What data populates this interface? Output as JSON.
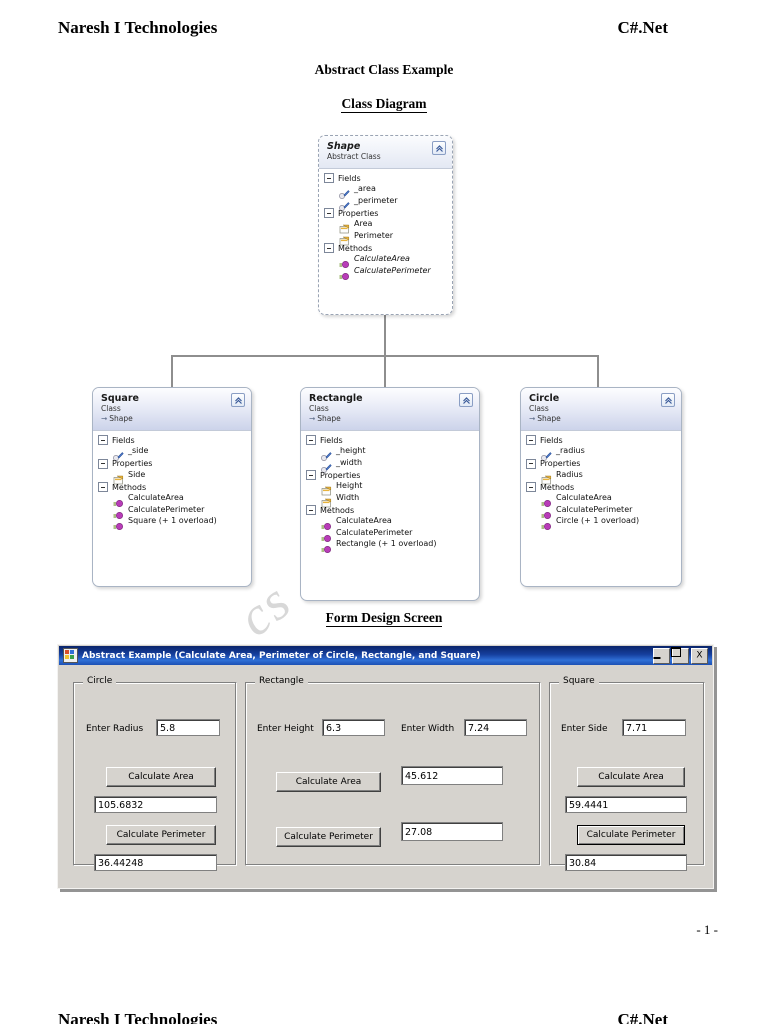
{
  "document": {
    "brand": "Naresh I Technologies",
    "language": "C#.Net",
    "title_abstract": "Abstract Class Example",
    "title_class_diagram": "Class Diagram",
    "title_form_design": "Form Design Screen",
    "page_number": "- 1 -",
    "watermark": "cs"
  },
  "class_diagram": {
    "classes": [
      {
        "name": "Shape",
        "kind": "Abstract Class",
        "base": null,
        "sections": [
          {
            "label": "Fields",
            "members": [
              {
                "label": "_area",
                "icon": "field-icon",
                "abstract": false
              },
              {
                "label": "_perimeter",
                "icon": "field-icon",
                "abstract": false
              }
            ]
          },
          {
            "label": "Properties",
            "members": [
              {
                "label": "Area",
                "icon": "property-icon",
                "abstract": false
              },
              {
                "label": "Perimeter",
                "icon": "property-icon",
                "abstract": false
              }
            ]
          },
          {
            "label": "Methods",
            "members": [
              {
                "label": "CalculateArea",
                "icon": "method-icon",
                "abstract": true
              },
              {
                "label": "CalculatePerimeter",
                "icon": "method-icon",
                "abstract": true
              }
            ]
          }
        ]
      },
      {
        "name": "Square",
        "kind": "Class",
        "base": "Shape",
        "sections": [
          {
            "label": "Fields",
            "members": [
              {
                "label": "_side",
                "icon": "field-icon",
                "abstract": false
              }
            ]
          },
          {
            "label": "Properties",
            "members": [
              {
                "label": "Side",
                "icon": "property-icon",
                "abstract": false
              }
            ]
          },
          {
            "label": "Methods",
            "members": [
              {
                "label": "CalculateArea",
                "icon": "method-icon",
                "abstract": false
              },
              {
                "label": "CalculatePerimeter",
                "icon": "method-icon",
                "abstract": false
              },
              {
                "label": "Square (+ 1 overload)",
                "icon": "method-icon",
                "abstract": false
              }
            ]
          }
        ]
      },
      {
        "name": "Rectangle",
        "kind": "Class",
        "base": "Shape",
        "sections": [
          {
            "label": "Fields",
            "members": [
              {
                "label": "_height",
                "icon": "field-icon",
                "abstract": false
              },
              {
                "label": "_width",
                "icon": "field-icon",
                "abstract": false
              }
            ]
          },
          {
            "label": "Properties",
            "members": [
              {
                "label": "Height",
                "icon": "property-icon",
                "abstract": false
              },
              {
                "label": "Width",
                "icon": "property-icon",
                "abstract": false
              }
            ]
          },
          {
            "label": "Methods",
            "members": [
              {
                "label": "CalculateArea",
                "icon": "method-icon",
                "abstract": false
              },
              {
                "label": "CalculatePerimeter",
                "icon": "method-icon",
                "abstract": false
              },
              {
                "label": "Rectangle (+ 1 overload)",
                "icon": "method-icon",
                "abstract": false
              }
            ]
          }
        ]
      },
      {
        "name": "Circle",
        "kind": "Class",
        "base": "Shape",
        "sections": [
          {
            "label": "Fields",
            "members": [
              {
                "label": "_radius",
                "icon": "field-icon",
                "abstract": false
              }
            ]
          },
          {
            "label": "Properties",
            "members": [
              {
                "label": "Radius",
                "icon": "property-icon",
                "abstract": false
              }
            ]
          },
          {
            "label": "Methods",
            "members": [
              {
                "label": "CalculateArea",
                "icon": "method-icon",
                "abstract": false
              },
              {
                "label": "CalculatePerimeter",
                "icon": "method-icon",
                "abstract": false
              },
              {
                "label": "Circle (+ 1 overload)",
                "icon": "method-icon",
                "abstract": false
              }
            ]
          }
        ]
      }
    ]
  },
  "form": {
    "title": "Abstract Example (Calculate Area, Perimeter of Circle, Rectangle, and Square)",
    "window_buttons": [
      "minimize",
      "maximize",
      "close"
    ],
    "close_glyph": "X",
    "circle": {
      "group_label": "Circle",
      "radius_label": "Enter Radius",
      "radius_value": "5.8",
      "area_button": "Calculate Area",
      "area_value": "105.6832",
      "perimeter_button": "Calculate Perimeter",
      "perimeter_value": "36.44248"
    },
    "rectangle": {
      "group_label": "Rectangle",
      "height_label": "Enter Height",
      "height_value": "6.3",
      "width_label": "Enter Width",
      "width_value": "7.24",
      "area_button": "Calculate Area",
      "area_value": "45.612",
      "perimeter_button": "Calculate Perimeter",
      "perimeter_value": "27.08"
    },
    "square": {
      "group_label": "Square",
      "side_label": "Enter Side",
      "side_value": "7.71",
      "area_button": "Calculate Area",
      "area_value": "59.4441",
      "perimeter_button": "Calculate Perimeter",
      "perimeter_value": "30.84"
    }
  },
  "colors": {
    "titlebar_blue": "#16409f",
    "form_gray": "#d6d3ce",
    "class_header_blue": "#ccd3ea",
    "connector_gray": "#8e8e8e"
  }
}
